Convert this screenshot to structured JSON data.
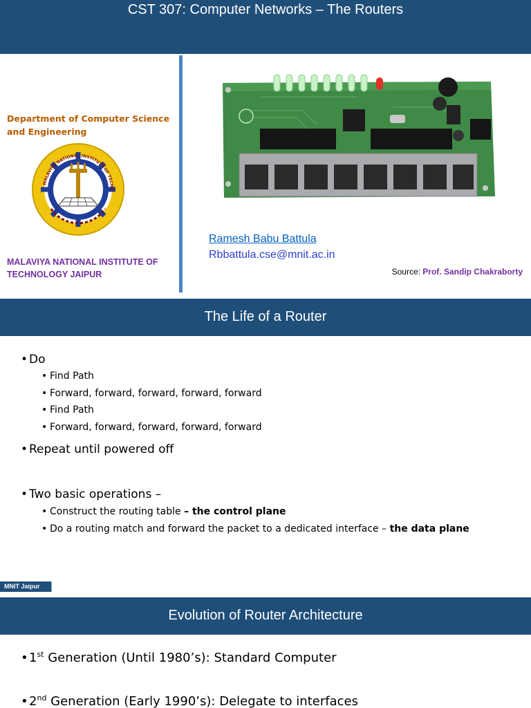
{
  "slide1": {
    "title": "CST 307: Computer Networks – The Routers",
    "department": "Department of Computer Science and Engineering",
    "institute": "MALAVIYA NATIONAL INSTITUTE OF TECHNOLOGY  JAIPUR",
    "author": "Ramesh Babu Battula",
    "email": "Rbbattula.cse@mnit.ac.in",
    "source_label": "Source: ",
    "source_name": "Prof. Sandip Chakraborty",
    "logo_text": "MALAVIYA NATIONAL INSTITUTE OF TECHNOLOGY JAIPUR"
  },
  "slide2": {
    "title": "The Life of a Router",
    "bullets": {
      "do": "Do",
      "find_path_1": "Find Path",
      "forward_1": "Forward, forward, forward, forward, forward",
      "find_path_2": "Find Path",
      "forward_2": "Forward, forward, forward, forward, forward",
      "repeat": "Repeat until powered off",
      "two_ops": "Two basic operations –",
      "construct": "Construct the routing table ",
      "construct_bold": "– the control plane",
      "match": "Do a routing match and forward the packet to a dedicated interface – ",
      "match_bold": "the data plane"
    },
    "bullet_char": "•",
    "footer": "MNIT Jaipur"
  },
  "slide3": {
    "title": "Evolution of Router Architecture",
    "gen1_num": "1",
    "gen1_sup": "st",
    "gen1_text": " Generation (Until 1980’s): Standard Computer",
    "gen2_num": "2",
    "gen2_sup": "nd",
    "gen2_text": " Generation (Early 1990’s): Delegate to interfaces"
  },
  "colors": {
    "title_bar": "#1f4e79",
    "department": "#b85c00",
    "institute": "#7030a0",
    "link": "#0563c1"
  }
}
